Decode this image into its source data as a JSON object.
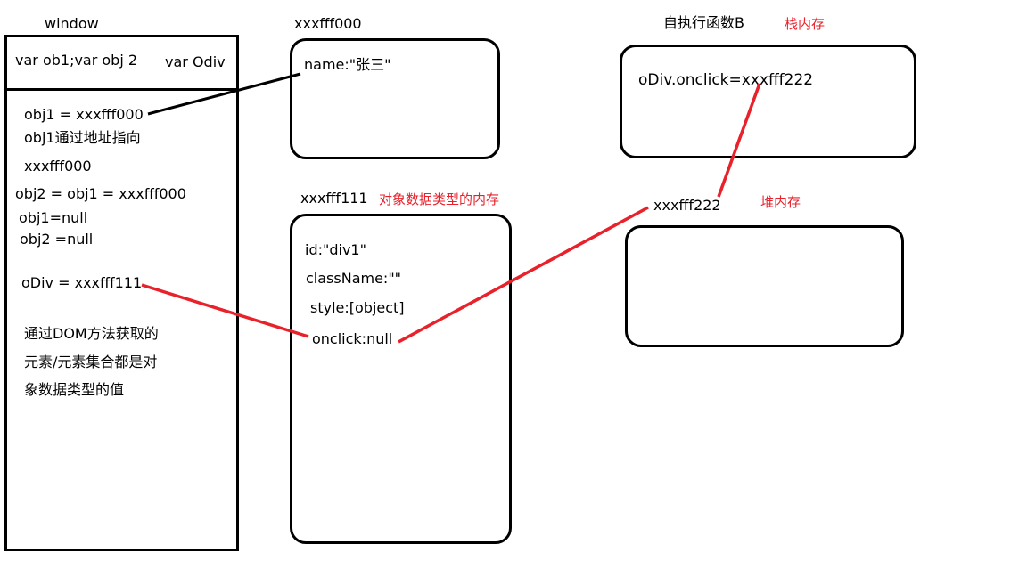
{
  "window_panel": {
    "title": "window",
    "header_left": "var ob1;var obj 2",
    "header_right": "var Odiv",
    "lines": [
      "obj1 = xxxfff000",
      "obj1通过地址指向",
      "xxxfff000",
      "obj2 = obj1 = xxxfff000",
      "obj1=null",
      "obj2 =null",
      "oDiv = xxxfff111",
      "通过DOM方法获取的",
      "元素/元素集合都是对",
      "象数据类型的值"
    ]
  },
  "heap_a": {
    "address": "xxxfff000",
    "content": "name:\"张三\""
  },
  "heap_b": {
    "address": "xxxfff111",
    "note": "对象数据类型的内存",
    "props": [
      "id:\"div1\"",
      "className:\"\"",
      "style:[object]",
      "onclick:null"
    ]
  },
  "func_b": {
    "title": "自执行函数B",
    "note": "栈内存",
    "content": "oDiv.onclick=xxxfff222"
  },
  "heap_c": {
    "address": "xxxfff222",
    "note": "堆内存"
  },
  "colors": {
    "line": "#000000",
    "arrow_red": "#e8212b",
    "note_red": "#e8212b"
  }
}
